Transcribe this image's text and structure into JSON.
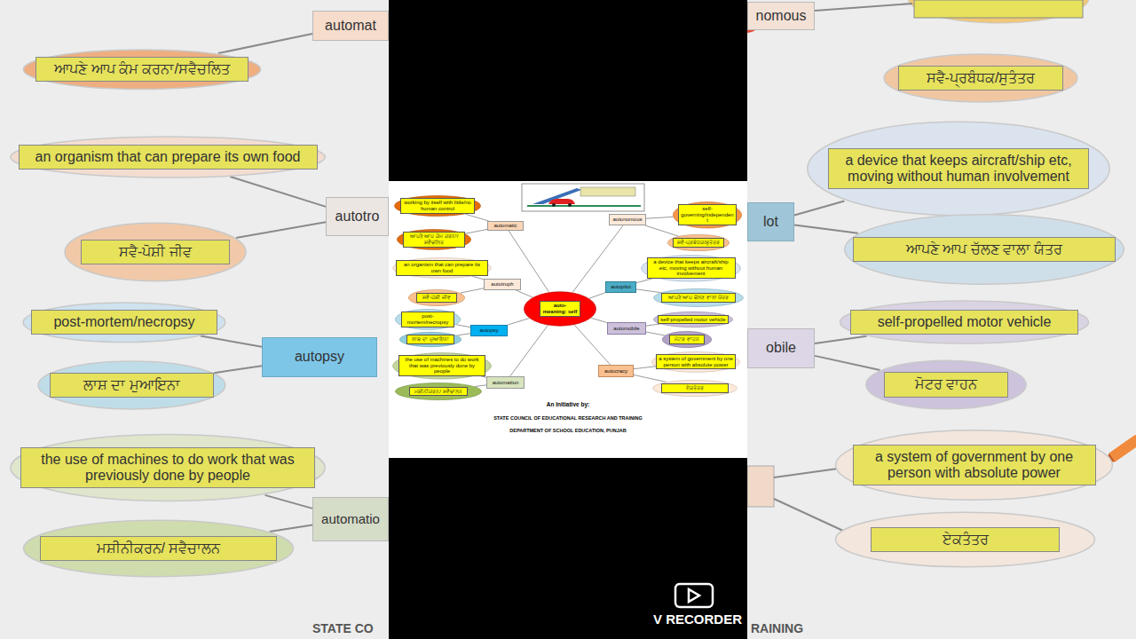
{
  "diagram": {
    "nodes": [
      {
        "text": [
          "auto- meaning: self"
        ]
      },
      {
        "text": [
          "automatic"
        ]
      },
      {
        "text": [
          "working by itself with little/no human control"
        ]
      },
      {
        "text": [
          "ਆਪਣੇ ਆਪ ਕੰਮ ਕਰਨਾ/ਸਵੈਚਲਿਤ"
        ]
      },
      {
        "text": [
          "autotroph"
        ]
      },
      {
        "text": [
          "an organism that can prepare its own food"
        ]
      },
      {
        "text": [
          "ਸਵੈ-ਪੋਸ਼ੀ ਜੀਵ"
        ]
      },
      {
        "text": [
          "autopsy"
        ]
      },
      {
        "text": [
          "post-mortem/necropsy"
        ]
      },
      {
        "text": [
          "ਲਾਸ਼ ਦਾ ਮੁਆਇਨਾ"
        ]
      },
      {
        "text": [
          "automation"
        ]
      },
      {
        "text": [
          "the use of machines to do work that was previously done by people"
        ]
      },
      {
        "text": [
          "ਮਸ਼ੀਨੀਕਰਨ/ ਸਵੈਚਾਲਨ"
        ]
      },
      {
        "text": [
          "autonomous"
        ]
      },
      {
        "text": [
          "self-governing/independent"
        ]
      },
      {
        "text": [
          "ਸਵੈ-ਪ੍ਰਬੰਧਕ/ਸੁਤੰਤਰ"
        ]
      },
      {
        "text": [
          "autopilot"
        ]
      },
      {
        "text": [
          "a device that keeps aircraft/ship etc, moving without human involvement"
        ]
      },
      {
        "text": [
          "ਆਪਣੇ ਆਪ ਚੱਲਣ ਵਾਲਾ ਯੰਤਰ"
        ]
      },
      {
        "text": [
          "automobile"
        ]
      },
      {
        "text": [
          "self-propelled motor vehicle"
        ]
      },
      {
        "text": [
          "ਮੋਟਰ ਵਾਹਨ"
        ]
      },
      {
        "text": [
          "autocracy"
        ]
      },
      {
        "text": [
          "a system of government by one person with absolute power"
        ]
      },
      {
        "text": [
          "ਏਕਤੰਤਰ"
        ]
      },
      {
        "text": [
          "automat"
        ]
      },
      {
        "text": [
          "ਆਪਣੇ ਆਪ ਕੰਮ ਕਰਨਾ/ਸਵੈਚਲਿਤ"
        ]
      },
      {
        "text": [
          "an organism that can prepare its own food"
        ]
      },
      {
        "text": [
          "autotro"
        ]
      },
      {
        "text": [
          "ਸਵੈ-ਪੋਸ਼ੀ ਜੀਵ"
        ]
      },
      {
        "text": [
          "post-mortem/necropsy"
        ]
      },
      {
        "text": [
          "autopsy"
        ]
      },
      {
        "text": [
          "ਲਾਸ਼ ਦਾ ਮੁਆਇਨਾ"
        ]
      },
      {
        "text": [
          "the use of machines to do work that was previously done by people"
        ]
      },
      {
        "text": [
          "automatio"
        ]
      },
      {
        "text": [
          "ਮਸ਼ੀਨੀਕਰਨ/ ਸਵੈਚਾਲਨ"
        ]
      },
      {
        "text": [
          "nomous"
        ]
      },
      {
        "text": [
          "ਸਵੈ-ਪ੍ਰਬੰਧਕ/ਸੁਤੰਤਰ"
        ]
      },
      {
        "text": [
          "a device that keeps aircraft/ship etc, moving without human involvement"
        ]
      },
      {
        "text": [
          "lot"
        ]
      },
      {
        "text": [
          "ਆਪਣੇ ਆਪ ਚੱਲਣ ਵਾਲਾ ਯੰਤਰ"
        ]
      },
      {
        "text": [
          "self-propelled motor vehicle"
        ]
      },
      {
        "text": [
          "obile"
        ]
      },
      {
        "text": [
          "ਮੋਟਰ ਵਾਹਨ"
        ]
      },
      {
        "text": [
          "a system of government by one person with absolute power"
        ]
      },
      {
        "text": [
          "ਏਕਤੰਤਰ"
        ]
      }
    ],
    "edges": [
      {
        "from": 0,
        "to": 1,
        "arrow": "none"
      },
      {
        "from": 0,
        "to": 4,
        "arrow": "none"
      },
      {
        "from": 0,
        "to": 7,
        "arrow": "none"
      },
      {
        "from": 0,
        "to": 10,
        "arrow": "none"
      },
      {
        "from": 0,
        "to": 13,
        "arrow": "none"
      },
      {
        "from": 0,
        "to": 16,
        "arrow": "none"
      },
      {
        "from": 0,
        "to": 19,
        "arrow": "none"
      },
      {
        "from": 0,
        "to": 22,
        "arrow": "none"
      },
      {
        "from": 1,
        "to": 2,
        "arrow": "none"
      },
      {
        "from": 1,
        "to": 3,
        "arrow": "none"
      },
      {
        "from": 4,
        "to": 5,
        "arrow": "none"
      },
      {
        "from": 4,
        "to": 6,
        "arrow": "none"
      },
      {
        "from": 7,
        "to": 8,
        "arrow": "none"
      },
      {
        "from": 7,
        "to": 9,
        "arrow": "none"
      },
      {
        "from": 10,
        "to": 11,
        "arrow": "none"
      },
      {
        "from": 10,
        "to": 12,
        "arrow": "none"
      },
      {
        "from": 13,
        "to": 14,
        "arrow": "none"
      },
      {
        "from": 13,
        "to": 15,
        "arrow": "none"
      },
      {
        "from": 16,
        "to": 17,
        "arrow": "none"
      },
      {
        "from": 16,
        "to": 18,
        "arrow": "none"
      },
      {
        "from": 19,
        "to": 20,
        "arrow": "none"
      },
      {
        "from": 19,
        "to": 21,
        "arrow": "none"
      },
      {
        "from": 22,
        "to": 23,
        "arrow": "none"
      },
      {
        "from": 22,
        "to": 24,
        "arrow": "none"
      },
      {
        "from": 25,
        "to": 26,
        "arrow": "none"
      },
      {
        "from": 28,
        "to": 27,
        "arrow": "none"
      },
      {
        "from": 28,
        "to": 29,
        "arrow": "none"
      },
      {
        "from": 31,
        "to": 30,
        "arrow": "none"
      },
      {
        "from": 31,
        "to": 32,
        "arrow": "none"
      },
      {
        "from": 34,
        "to": 33,
        "arrow": "none"
      },
      {
        "from": 34,
        "to": 35,
        "arrow": "none"
      },
      {
        "from": 39,
        "to": 38,
        "arrow": "none"
      },
      {
        "from": 39,
        "to": 40,
        "arrow": "none"
      },
      {
        "from": 42,
        "to": 41,
        "arrow": "none"
      },
      {
        "from": 42,
        "to": 43,
        "arrow": "none"
      }
    ],
    "labels": [
      "An Initiative by:",
      "STATE COUNCIL OF EDUCATIONAL RESEARCH AND TRAINING",
      "DEPARTMENT OF SCHOOL EDUCATION, PUNJAB",
      "STATE CO",
      "RAINING",
      "V RECORDER"
    ]
  }
}
